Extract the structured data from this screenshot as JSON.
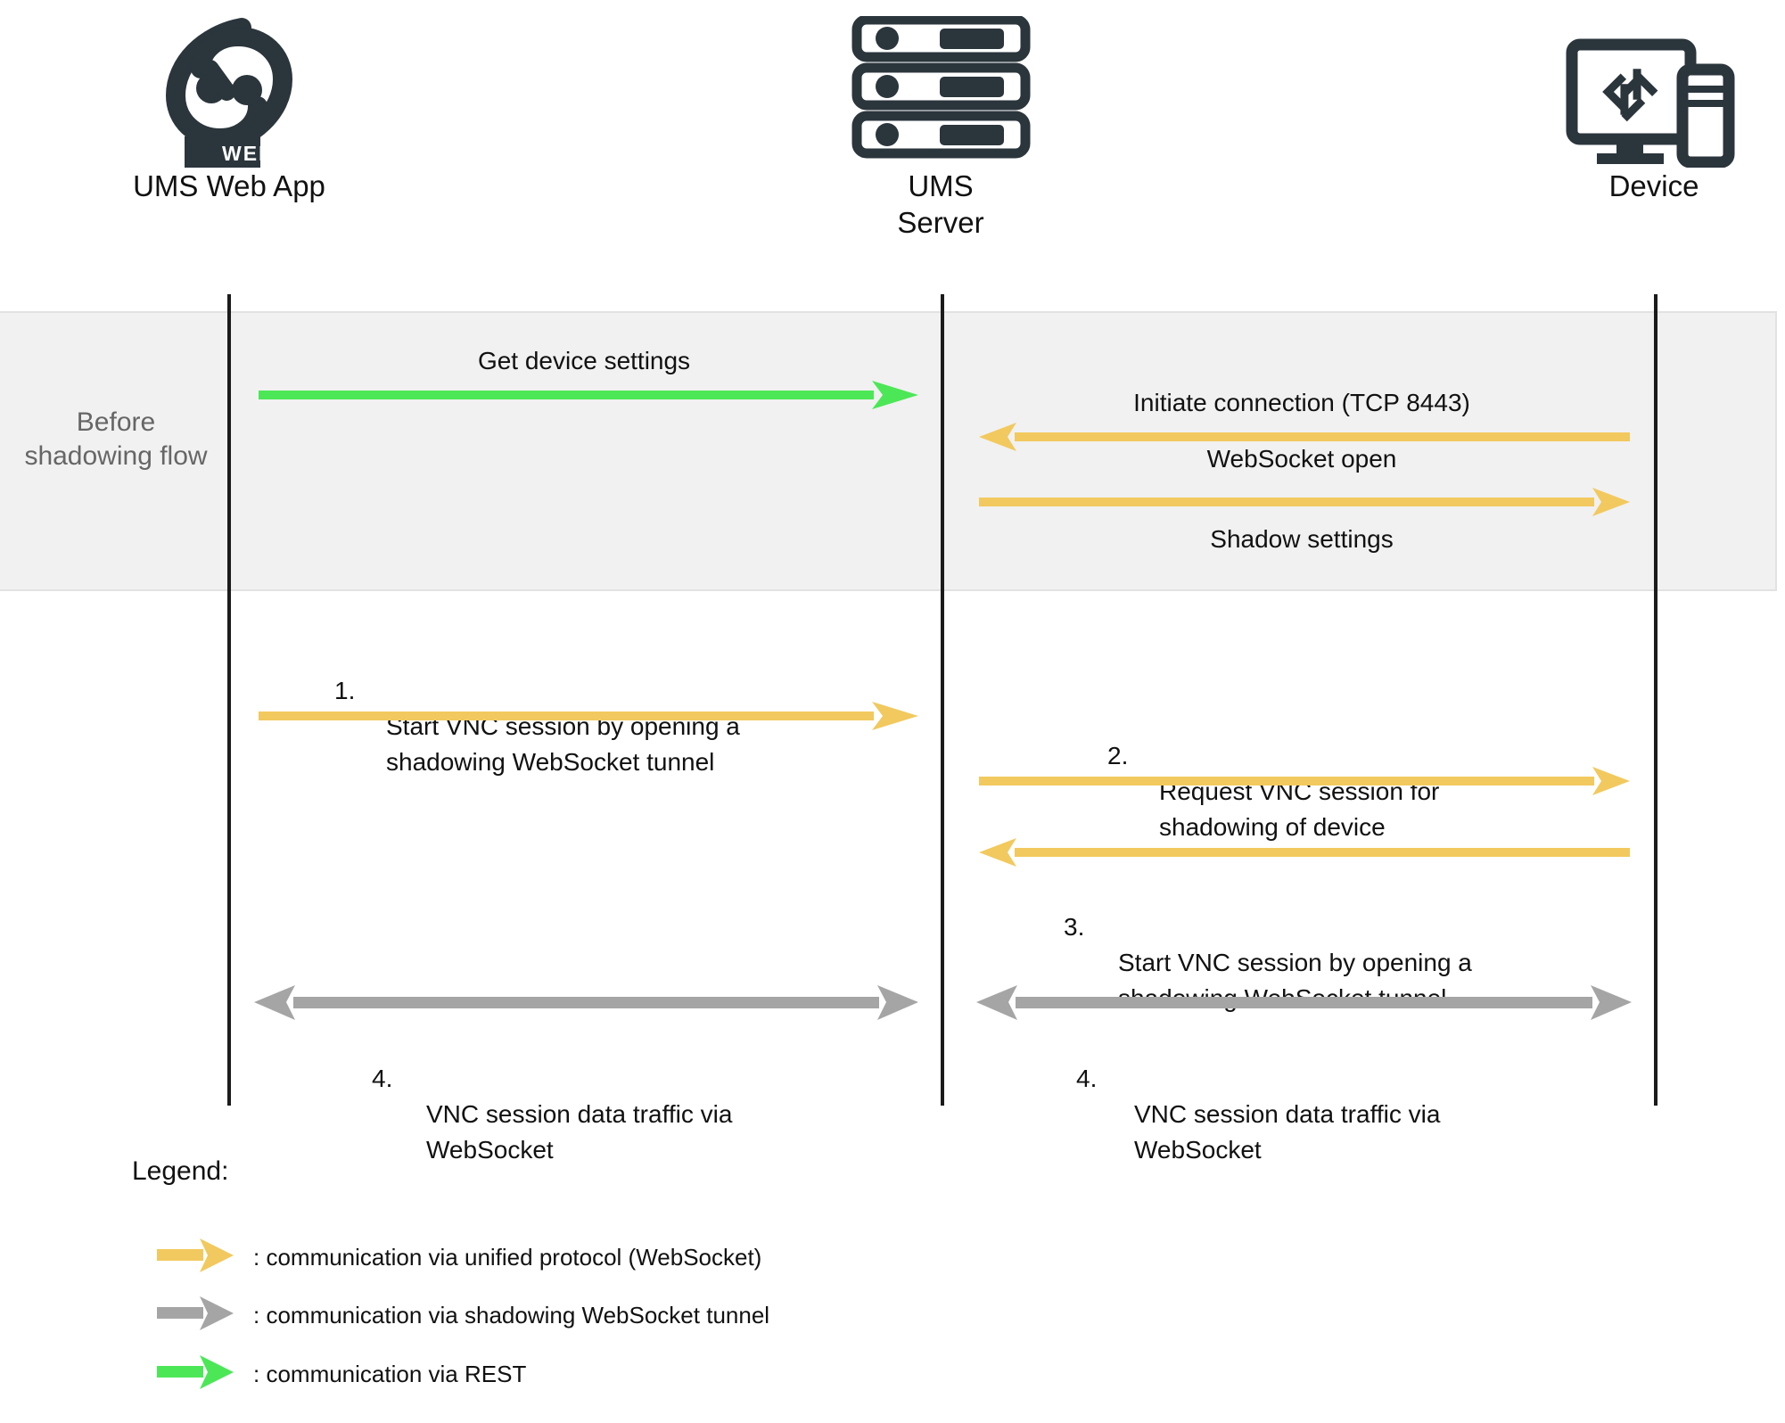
{
  "diagram": {
    "title_present": false,
    "colors": {
      "websocket_yellow": "#F2C95E",
      "shadow_gray": "#A5A5A5",
      "rest_green": "#4CE757",
      "lifeline": "#1B1B1B",
      "band_fill": "#F1F1F1",
      "band_border": "#E2E2E2",
      "icon_dark": "#2B353C",
      "phase_label_text": "#666666"
    }
  },
  "actors": [
    {
      "id": "ums-web-app",
      "label": "UMS Web App",
      "icon": "ums-web-logo-icon"
    },
    {
      "id": "ums-server",
      "label": "UMS\nServer",
      "icon": "server-rack-icon"
    },
    {
      "id": "device",
      "label": "Device",
      "icon": "desktop-device-icon"
    }
  ],
  "phase": {
    "label": "Before\nshadowing\nflow"
  },
  "messages": [
    {
      "id": "m1",
      "label": "Get device settings",
      "from": "ums-web-app",
      "to": "ums-server",
      "direction": "right",
      "kind": "rest"
    },
    {
      "id": "m2",
      "label": "Initiate connection (TCP 8443)",
      "from": "device",
      "to": "ums-server",
      "direction": "left",
      "kind": "websocket"
    },
    {
      "id": "m3",
      "label": "WebSocket open",
      "from": "ums-server",
      "to": "device",
      "direction": "right",
      "kind": "websocket"
    },
    {
      "id": "m4",
      "label": "Shadow settings",
      "from": "ums-server",
      "to": "device",
      "direction": "right",
      "kind": "websocket"
    },
    {
      "id": "m5",
      "number": "1.",
      "label": "Start VNC session by opening a\nshadowing WebSocket tunnel",
      "from": "ums-web-app",
      "to": "ums-server",
      "direction": "right",
      "kind": "websocket"
    },
    {
      "id": "m6",
      "number": "2.",
      "label": "Request VNC session for\nshadowing of device",
      "from": "ums-server",
      "to": "device",
      "direction": "right",
      "kind": "websocket"
    },
    {
      "id": "m7",
      "number": "3.",
      "label": "Start VNC session by opening a\nshadowing WebSocket tunnel",
      "from": "device",
      "to": "ums-server",
      "direction": "left",
      "kind": "websocket"
    },
    {
      "id": "m8",
      "number": "4.",
      "label": "VNC session data traffic via\nWebSocket",
      "from": "ums-web-app",
      "to": "ums-server",
      "direction": "both",
      "kind": "shadow"
    },
    {
      "id": "m9",
      "number": "4.",
      "label": "VNC session data traffic via\nWebSocket",
      "from": "ums-server",
      "to": "device",
      "direction": "both",
      "kind": "shadow"
    }
  ],
  "legend": {
    "title": "Legend:",
    "items": [
      {
        "kind": "websocket",
        "text": ": communication via unified protocol (WebSocket)"
      },
      {
        "kind": "shadow",
        "text": ": communication via shadowing WebSocket tunnel"
      },
      {
        "kind": "rest",
        "text": ": communication via REST"
      }
    ]
  }
}
